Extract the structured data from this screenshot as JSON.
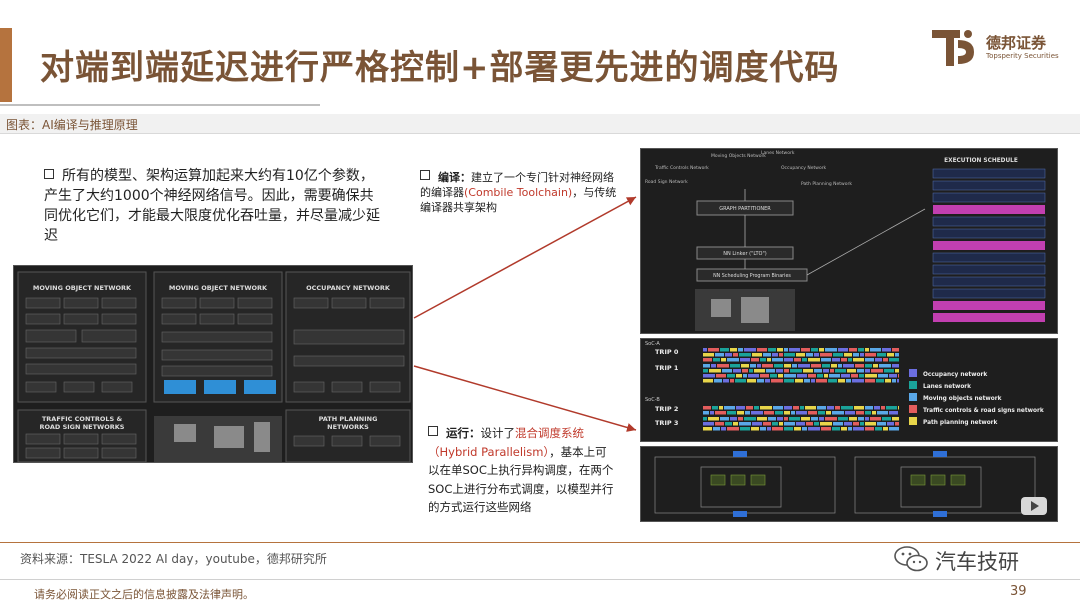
{
  "header": {
    "title": "对端到端延迟进行严格控制+部署更先进的调度代码",
    "logo_cn": "德邦证券",
    "logo_en": "Topsperity Securities"
  },
  "figure_caption": "图表：AI编译与推理原理",
  "bullet_main": "所有的模型、架构运算加起来大约有10亿个参数，产生了大约1000个神经网络信号。因此，需要确保共同优化它们，才能最大限度优化吞吐量，并尽量减少延迟",
  "note_compile": {
    "label": "编译：",
    "text_a": "建立了一个专门针对神经网络的编译器",
    "highlight": "(Combile Toolchain)",
    "text_b": "，与传统编译器共享架构"
  },
  "note_run": {
    "label": "运行：",
    "text_a": "设计了",
    "highlight": "混合调度系统（Hybrid Parallelism）",
    "text_b": "，基本上可以在单SOC上执行异构调度，在两个SOC上进行分布式调度，以模型并行的方式运行这些网络"
  },
  "left_panel": {
    "moving_object_1": "MOVING OBJECT NETWORK",
    "moving_object_2": "MOVING OBJECT NETWORK",
    "occupancy": "OCCUPANCY NETWORK",
    "traffic_1": "TRAFFIC CONTROLS &",
    "traffic_2": "ROAD SIGN NETWORKS",
    "path_1": "PATH PLANNING",
    "path_2": "NETWORKS"
  },
  "right_top": {
    "graph_partitioner": "GRAPH PARTITIONER",
    "nn_linker": "NN Linker (\"LTO\")",
    "nn_scheduling": "NN Scheduling Program Binaries",
    "exec_title": "EXECUTION SCHEDULE",
    "in_moving": "Moving Objects Network",
    "in_lanes": "Lanes Network",
    "in_traffic": "Traffic Controls Network",
    "in_occupancy": "Occupancy Network",
    "in_road": "Road Sign Network",
    "in_path": "Path Planning Network"
  },
  "right_mid": {
    "trip0": "TRIP 0",
    "trip1": "TRIP 1",
    "trip2": "TRIP 2",
    "trip3": "TRIP 3",
    "soc_a": "SoC-A",
    "soc_b": "SoC-B",
    "legend": [
      {
        "label": "Occupancy network",
        "color": "#6b6ee0"
      },
      {
        "label": "Lanes network",
        "color": "#1aa39a"
      },
      {
        "label": "Moving objects network",
        "color": "#5aa8e8"
      },
      {
        "label": "Traffic controls & road signs network",
        "color": "#e35d5d"
      },
      {
        "label": "Path planning network",
        "color": "#e8d64a"
      }
    ]
  },
  "footer": {
    "source": "资料来源：TESLA 2022 AI day，youtube，德邦研究所",
    "wechat": "汽车技研",
    "disclaimer": "请务必阅读正文之后的信息披露及法律声明。",
    "page": "39"
  }
}
